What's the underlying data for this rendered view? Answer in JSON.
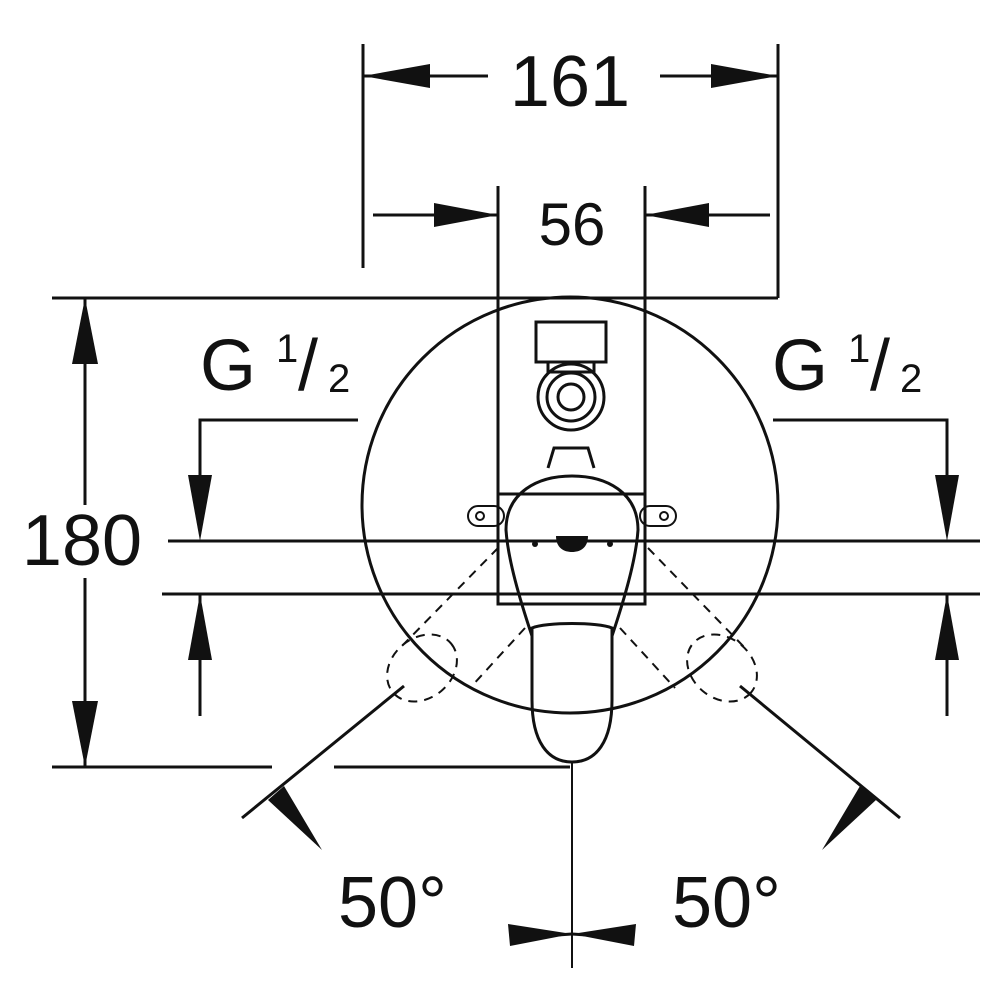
{
  "dimensions": {
    "overall_width": "161",
    "center_width": "56",
    "overall_height": "180",
    "thread_left": {
      "letter": "G",
      "numerator": "1",
      "slash": "/",
      "denominator": "2"
    },
    "thread_right": {
      "letter": "G",
      "numerator": "1",
      "slash": "/",
      "denominator": "2"
    },
    "angle_left": "50°",
    "angle_right": "50°"
  },
  "colors": {
    "ink": "#111111",
    "paper": "#ffffff"
  }
}
